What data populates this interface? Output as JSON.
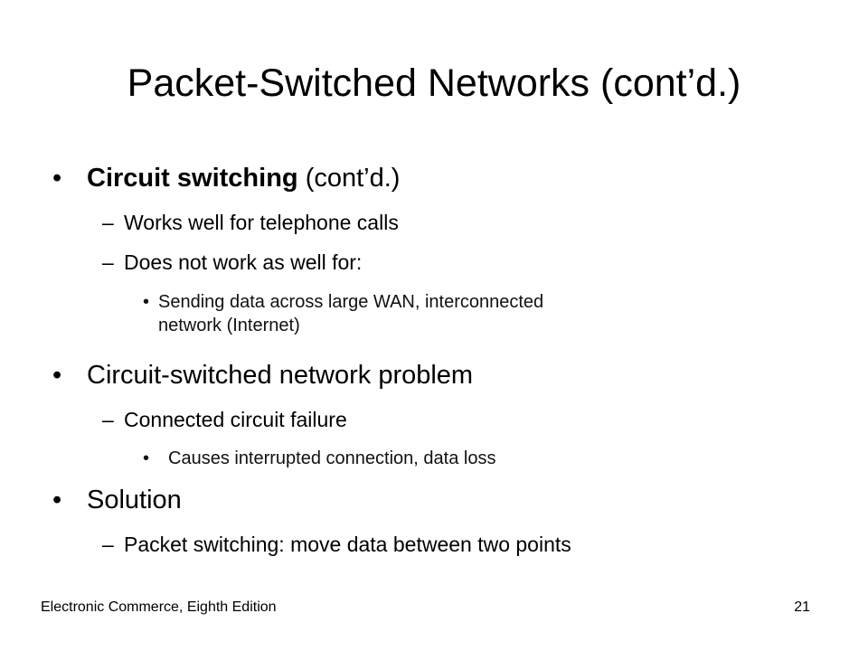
{
  "slide": {
    "title": "Packet-Switched Networks (cont’d.)",
    "markers": {
      "bullet": "•",
      "dash": "–"
    },
    "items": [
      {
        "bold": "Circuit switching",
        "text": " (cont’d.)"
      },
      {
        "text": "Works well for telephone calls"
      },
      {
        "text": "Does not work as well for:"
      },
      {
        "text": "Sending data across large WAN, interconnected",
        "continuation": "network (Internet)"
      },
      {
        "text": "Circuit-switched network problem"
      },
      {
        "text": "Connected circuit failure"
      },
      {
        "text": "Causes interrupted connection, data loss"
      },
      {
        "text": "Solution"
      },
      {
        "text": "Packet switching: move data between two points"
      }
    ],
    "footer": {
      "left": "Electronic Commerce, Eighth Edition",
      "page_number": "21"
    }
  }
}
